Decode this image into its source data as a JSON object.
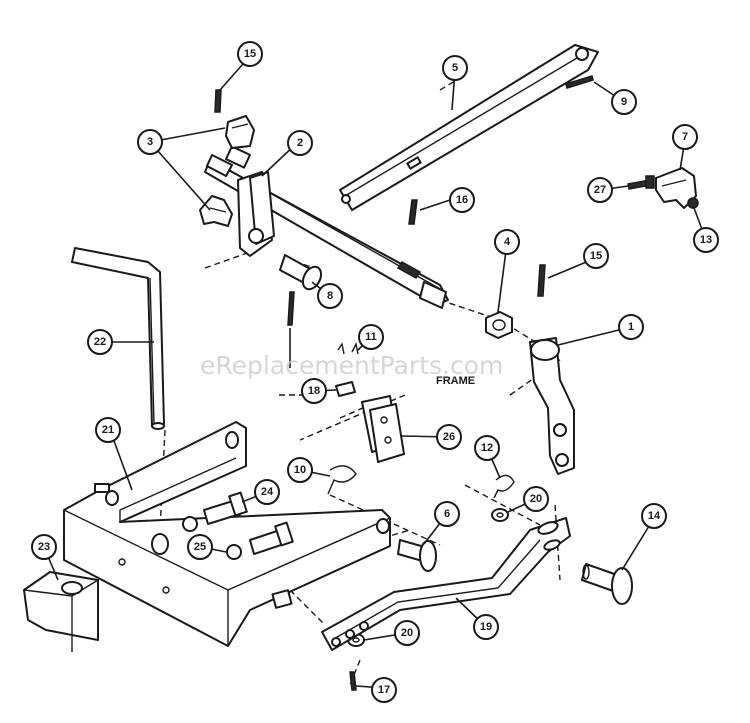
{
  "diagram": {
    "frame_label": "FRAME",
    "watermark": "eReplacementParts.com",
    "callouts": [
      {
        "id": "c1",
        "label": "1"
      },
      {
        "id": "c2",
        "label": "2"
      },
      {
        "id": "c3",
        "label": "3"
      },
      {
        "id": "c4",
        "label": "4"
      },
      {
        "id": "c5",
        "label": "5"
      },
      {
        "id": "c6",
        "label": "6"
      },
      {
        "id": "c7",
        "label": "7"
      },
      {
        "id": "c8",
        "label": "8"
      },
      {
        "id": "c9",
        "label": "9"
      },
      {
        "id": "c10",
        "label": "10"
      },
      {
        "id": "c11",
        "label": "11"
      },
      {
        "id": "c12",
        "label": "12"
      },
      {
        "id": "c13",
        "label": "13"
      },
      {
        "id": "c14",
        "label": "14"
      },
      {
        "id": "c15a",
        "label": "15"
      },
      {
        "id": "c15b",
        "label": "15"
      },
      {
        "id": "c16",
        "label": "16"
      },
      {
        "id": "c17",
        "label": "17"
      },
      {
        "id": "c18",
        "label": "18"
      },
      {
        "id": "c19",
        "label": "19"
      },
      {
        "id": "c20a",
        "label": "20"
      },
      {
        "id": "c20b",
        "label": "20"
      },
      {
        "id": "c21",
        "label": "21"
      },
      {
        "id": "c22",
        "label": "22"
      },
      {
        "id": "c23",
        "label": "23"
      },
      {
        "id": "c24",
        "label": "24"
      },
      {
        "id": "c25",
        "label": "25"
      },
      {
        "id": "c26",
        "label": "26"
      },
      {
        "id": "c27",
        "label": "27"
      }
    ]
  }
}
